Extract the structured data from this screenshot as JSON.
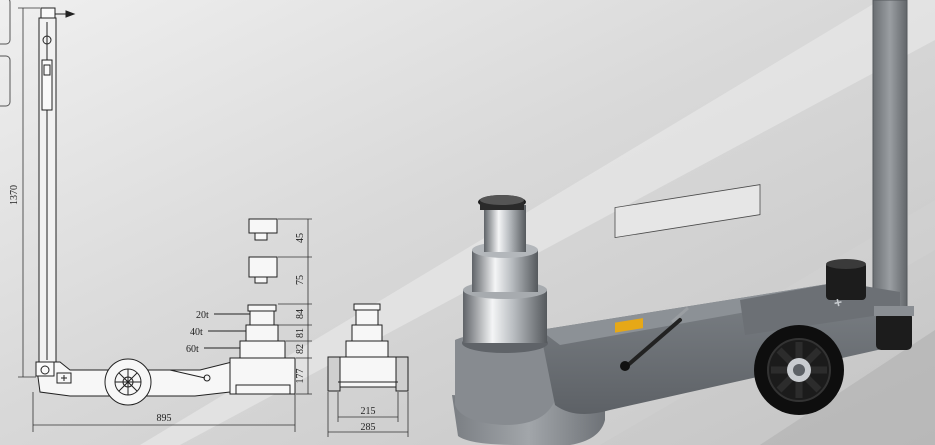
{
  "drawing": {
    "dim_height": "1370",
    "dim_length": "895",
    "dim_width_inner": "215",
    "dim_width_outer": "285",
    "stage_labels": [
      "20t",
      "40t",
      "60t"
    ],
    "stage_heights": [
      "84",
      "81",
      "82",
      "177"
    ],
    "extension_heights": [
      "45",
      "75"
    ]
  },
  "colors": {
    "background_light": "#e9e9e9",
    "background_dark": "#bfbfbf",
    "jack_body": "#6f7479",
    "jack_base": "#8c9095",
    "chrome": "#c9ccd0",
    "wheel": "#151515",
    "label_accent": "#e6a817"
  }
}
